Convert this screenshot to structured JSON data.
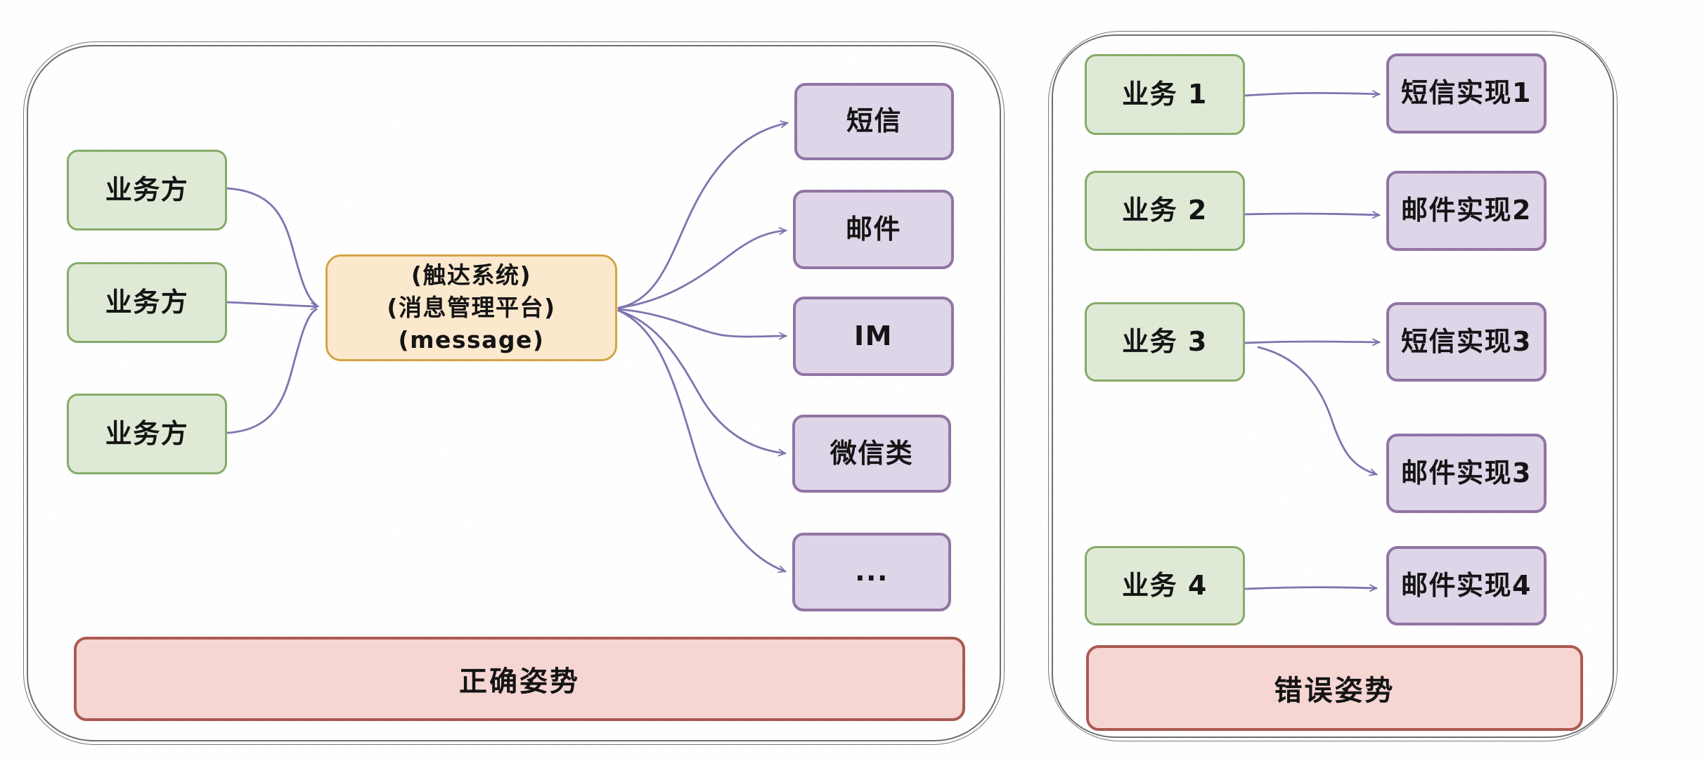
{
  "diagram": {
    "left_panel": {
      "caption": "正确姿势",
      "source_boxes": [
        "业务方",
        "业务方",
        "业务方"
      ],
      "hub_box": {
        "line1": "(触达系统)",
        "line2": "(消息管理平台)",
        "line3": "(message)"
      },
      "channel_boxes": [
        "短信",
        "邮件",
        "IM",
        "微信类",
        "..."
      ]
    },
    "right_panel": {
      "caption": "错误姿势",
      "business_boxes": [
        "业务 1",
        "业务 2",
        "业务 3",
        "业务 4"
      ],
      "impl_boxes": [
        "短信实现1",
        "邮件实现2",
        "短信实现3",
        "邮件实现3",
        "邮件实现4"
      ]
    }
  },
  "colors": {
    "source_fill": "#dfead6",
    "source_border": "#86ab68",
    "channel_fill": "#ded5e8",
    "channel_border": "#9174a4",
    "hub_fill": "#fce8cd",
    "hub_border": "#d2a445",
    "banner_fill": "#f5d6d3",
    "banner_border": "#ab5a52",
    "connector": "#7b76ae",
    "panel_border": "#6e6e6e"
  }
}
